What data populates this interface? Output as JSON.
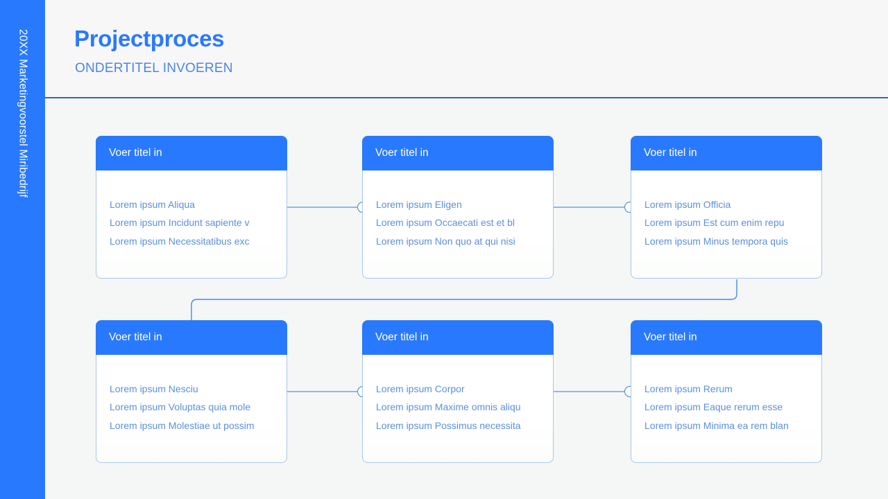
{
  "sidebar": {
    "vertical_label": "20XX Marketingvoorstel Miribedrijf",
    "color": "#2979ff"
  },
  "header": {
    "title": "Projectproces",
    "subtitle": "ONDERTITEL INVOEREN",
    "title_color": "#2979ff",
    "subtitle_color": "#4a86e8",
    "rule_color": "#2b6cb0"
  },
  "theme": {
    "background": "#f4f7f6",
    "accent": "#2979ff",
    "card_border": "#a9c6e8",
    "body_text": "#5b8fe0",
    "connector": "#5b8fe0"
  },
  "diagram": {
    "type": "process-flow",
    "rows": 2,
    "columns": 3,
    "flow_order": [
      1,
      2,
      3,
      4,
      5,
      6
    ],
    "cards": [
      {
        "id": "card-1",
        "title": "Voer titel in",
        "items": [
          "Lorem ipsum Aliqua",
          "Lorem ipsum Incidunt sapiente v",
          "Lorem ipsum Necessitatibus exc"
        ]
      },
      {
        "id": "card-2",
        "title": "Voer titel in",
        "items": [
          "Lorem ipsum Eligen",
          "Lorem ipsum Occaecati est et bl",
          "Lorem ipsum Non quo at qui nisi"
        ]
      },
      {
        "id": "card-3",
        "title": "Voer titel in",
        "items": [
          "Lorem ipsum Officia",
          "Lorem ipsum Est cum enim repu",
          "Lorem ipsum Minus tempora quis"
        ]
      },
      {
        "id": "card-4",
        "title": "Voer titel in",
        "items": [
          "Lorem ipsum Nesciu",
          "Lorem ipsum Voluptas quia mole",
          "Lorem ipsum Molestiae ut possim"
        ]
      },
      {
        "id": "card-5",
        "title": "Voer titel in",
        "items": [
          "Lorem ipsum Corpor",
          "Lorem ipsum Maxime omnis aliqu",
          "Lorem ipsum Possimus necessita"
        ]
      },
      {
        "id": "card-6",
        "title": "Voer titel in",
        "items": [
          "Lorem ipsum Rerum",
          "Lorem ipsum Eaque rerum esse",
          "Lorem ipsum Minima ea rem blan"
        ]
      }
    ]
  }
}
